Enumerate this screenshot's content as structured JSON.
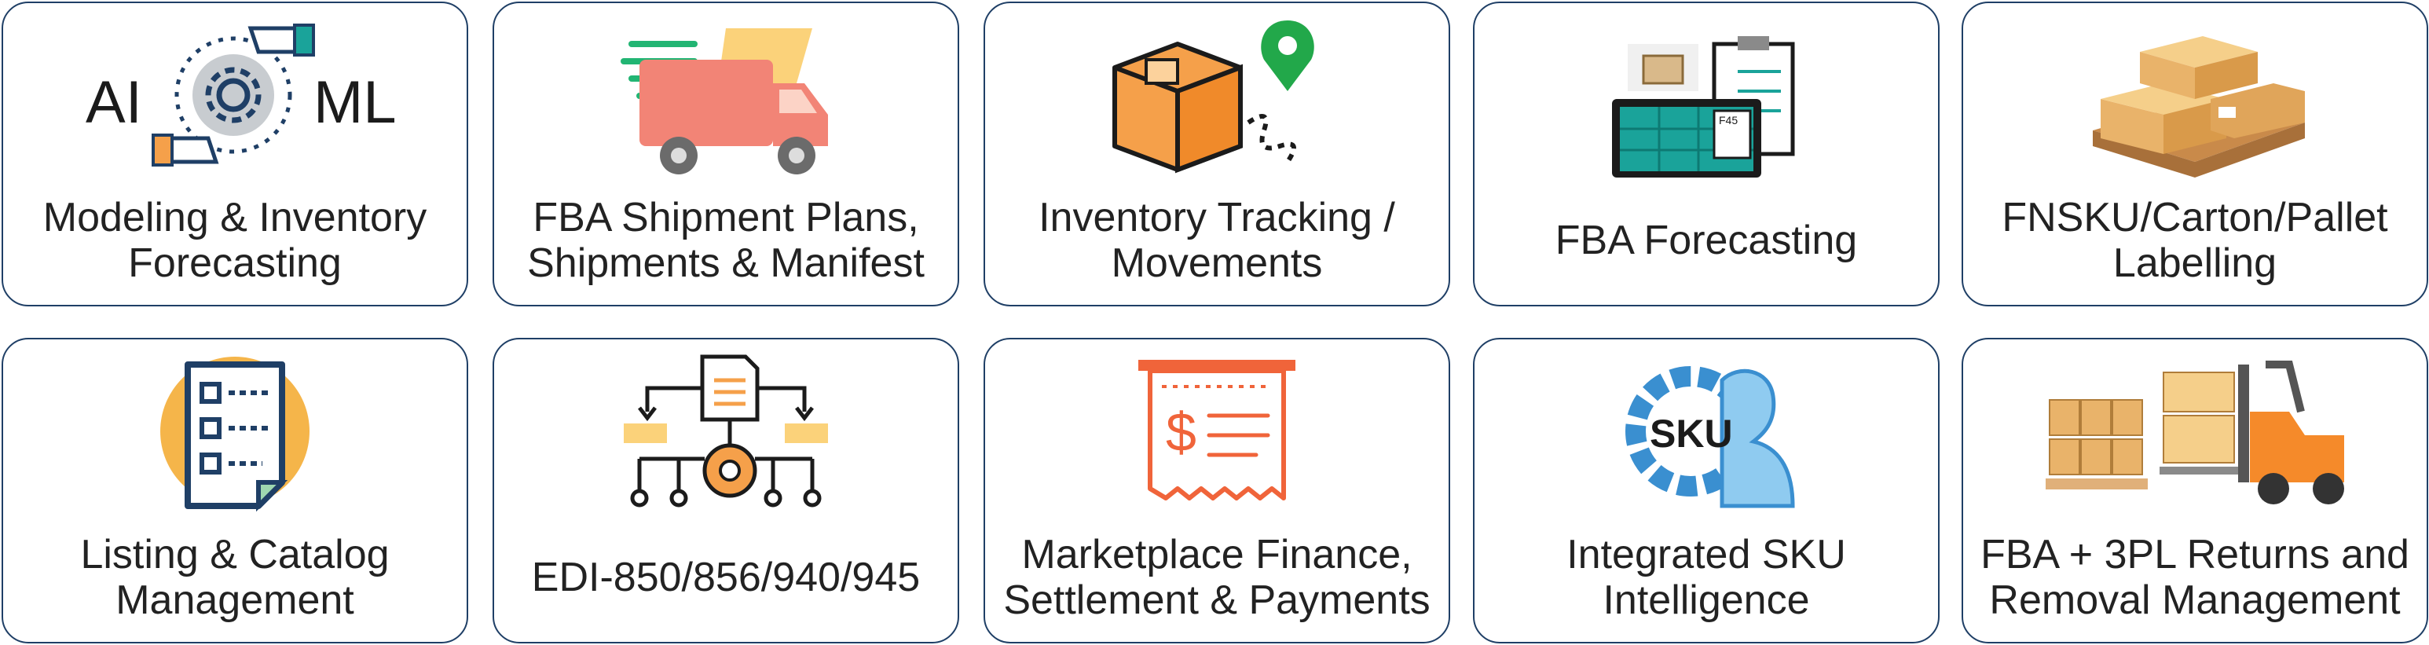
{
  "cards": [
    {
      "line1": "Modeling & Inventory",
      "line2": "Forecasting",
      "icon": "ai-ml-gear-hands-icon",
      "icon_text": {
        "left": "AI",
        "right": "ML"
      }
    },
    {
      "line1": "FBA Shipment Plans,",
      "line2": "Shipments & Manifest",
      "icon": "delivery-truck-icon"
    },
    {
      "line1": "Inventory Tracking /",
      "line2": "Movements",
      "icon": "box-location-pin-icon"
    },
    {
      "line1": "FBA Forecasting",
      "line2": "",
      "icon": "laptop-checklist-icon",
      "icon_text": {
        "label": "F45"
      }
    },
    {
      "line1": "FNSKU/Carton/Pallet",
      "line2": "Labelling",
      "icon": "pallet-boxes-icon"
    },
    {
      "line1": "Listing & Catalog",
      "line2": "Management",
      "icon": "checklist-document-icon"
    },
    {
      "line1": "EDI-850/856/940/945",
      "line2": "",
      "icon": "document-flow-gear-icon"
    },
    {
      "line1": "Marketplace Finance,",
      "line2": "Settlement & Payments",
      "icon": "receipt-dollar-icon",
      "icon_text": {
        "symbol": "$"
      }
    },
    {
      "line1": "Integrated SKU",
      "line2": "Intelligence",
      "icon": "sku-gear-person-icon",
      "icon_text": {
        "label": "SKU"
      }
    },
    {
      "line1": "FBA + 3PL Returns and",
      "line2": "Removal Management",
      "icon": "forklift-pallets-icon"
    }
  ],
  "colors": {
    "border": "#1f3f66",
    "text": "#222222",
    "accent_orange": "#f5a04a",
    "accent_teal": "#1aa39a",
    "accent_blue": "#4aa3d8"
  }
}
